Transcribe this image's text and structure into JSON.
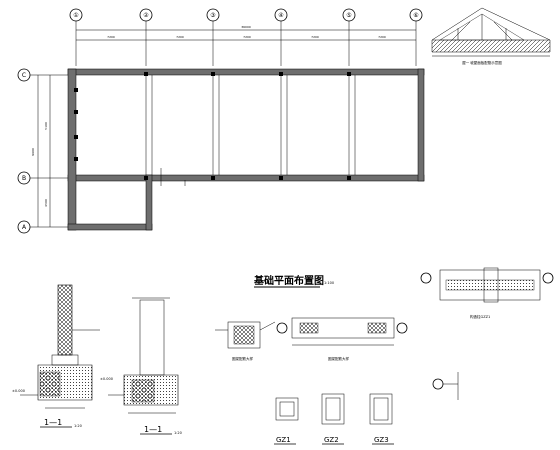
{
  "plan": {
    "title": "基础平面布置图",
    "scale": "1:100",
    "axes_top": [
      "①",
      "②",
      "③",
      "④",
      "⑤",
      "⑥"
    ],
    "axes_left": [
      "C",
      "B",
      "A"
    ],
    "overall_dim": "36000",
    "bay_dims": [
      "7200",
      "7200",
      "7200",
      "7200",
      "7200"
    ],
    "left_dims": [
      "5100",
      "4500"
    ],
    "total_left_dim": "9600"
  },
  "roof_detail": {
    "caption": "屋一 坡屋面板配筋示意图"
  },
  "sections": {
    "section_1": "1—1",
    "section_2": "1—1",
    "scale_1": "1:20",
    "scale_2": "1:20"
  },
  "columns": {
    "gz1": "GZ1",
    "gz2": "GZ2",
    "gz3": "GZ3",
    "gzz1_caption": "构造柱GZZ1"
  },
  "details": {
    "beam_caption_1": "圈梁配筋大样",
    "beam_caption_2": "圈梁配筋大样",
    "elev_label_1": "±0.000",
    "elev_label_2": "±0.000"
  }
}
